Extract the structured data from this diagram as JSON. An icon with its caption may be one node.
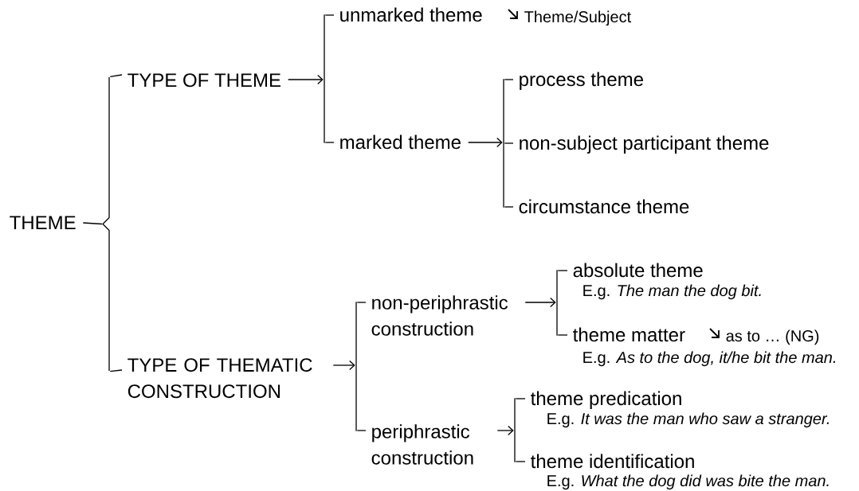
{
  "diagram": {
    "nodes": [
      {
        "text": [
          "THEME"
        ]
      },
      {
        "text": [
          "TYPE OF THEME"
        ]
      },
      {
        "text": [
          "TYPE OF THEMATIC CONSTRUCTION"
        ]
      },
      {
        "text": [
          "unmarked theme"
        ],
        "beside": [
          "Theme/Subject"
        ]
      },
      {
        "text": [
          "marked theme"
        ]
      },
      {
        "text": [
          "process theme"
        ]
      },
      {
        "text": [
          "non-subject participant theme"
        ]
      },
      {
        "text": [
          "circumstance theme"
        ]
      },
      {
        "text": [
          "non-periphrastic construction"
        ]
      },
      {
        "text": [
          "periphrastic construction"
        ]
      },
      {
        "text": [
          "absolute theme"
        ],
        "beside": [
          "E.g. *The man the dog bit.*"
        ]
      },
      {
        "text": [
          "theme matter"
        ],
        "beside": [
          "as to … (NG)",
          "E.g. *As to the dog, it/he bit the man.*"
        ]
      },
      {
        "text": [
          "theme predication"
        ],
        "beside": [
          "E.g. *It was the man who saw a stranger.*"
        ]
      },
      {
        "text": [
          "theme identification"
        ],
        "beside": [
          "E.g. *What the dog did was bite the man.*"
        ]
      },
      {
        "text": [],
        "shape": "brace"
      },
      {
        "text": [],
        "shape": "bar"
      },
      {
        "text": [],
        "shape": "bar"
      },
      {
        "text": [],
        "shape": "bar"
      },
      {
        "text": [],
        "shape": "bar"
      },
      {
        "text": [],
        "shape": "bar"
      }
    ],
    "edges": [
      {
        "from": 0,
        "to": 14,
        "arrow": "none"
      },
      {
        "from": 14,
        "to": 1,
        "arrow": "none"
      },
      {
        "from": 14,
        "to": 2,
        "arrow": "none"
      },
      {
        "from": 1,
        "to": 15,
        "arrow": "to"
      },
      {
        "from": 15,
        "to": 3,
        "arrow": "none"
      },
      {
        "from": 15,
        "to": 4,
        "arrow": "none"
      },
      {
        "from": 4,
        "to": 17,
        "arrow": "to"
      },
      {
        "from": 17,
        "to": 5,
        "arrow": "none"
      },
      {
        "from": 17,
        "to": 6,
        "arrow": "none"
      },
      {
        "from": 17,
        "to": 7,
        "arrow": "none"
      },
      {
        "from": 2,
        "to": 16,
        "arrow": "to"
      },
      {
        "from": 16,
        "to": 8,
        "arrow": "none"
      },
      {
        "from": 16,
        "to": 9,
        "arrow": "none"
      },
      {
        "from": 8,
        "to": 19,
        "arrow": "to"
      },
      {
        "from": 19,
        "to": 10,
        "arrow": "none"
      },
      {
        "from": 19,
        "to": 11,
        "arrow": "none"
      },
      {
        "from": 9,
        "to": 18,
        "arrow": "to"
      },
      {
        "from": 18,
        "to": 12,
        "arrow": "none"
      },
      {
        "from": 18,
        "to": 13,
        "arrow": "none"
      }
    ]
  }
}
